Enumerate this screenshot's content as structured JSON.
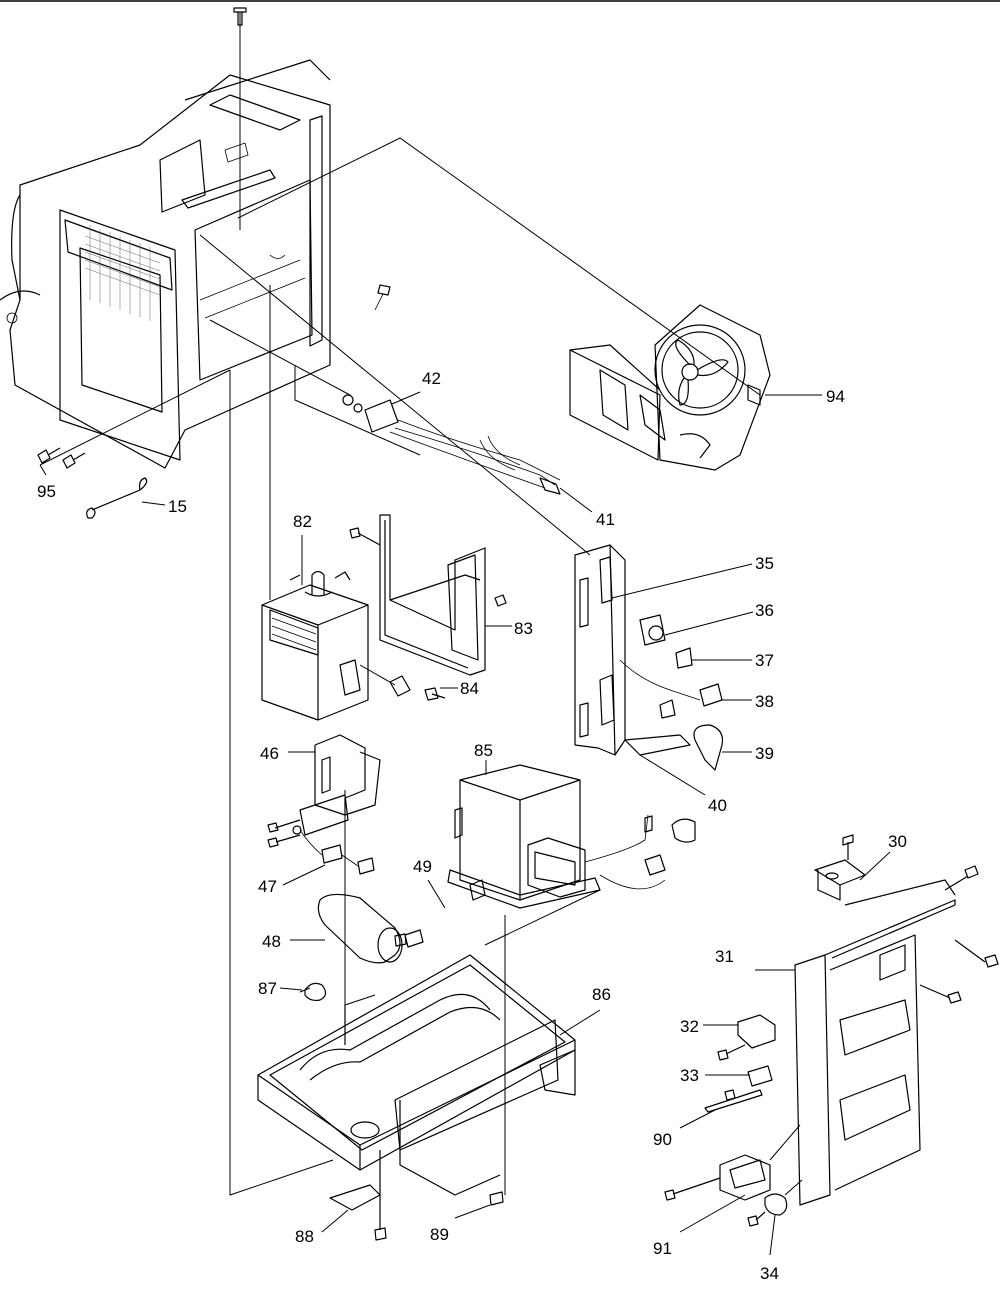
{
  "callouts": {
    "c94": "94",
    "c42": "42",
    "c41": "41",
    "c95": "95",
    "c15": "15",
    "c82": "82",
    "c83": "83",
    "c84": "84",
    "c35": "35",
    "c36": "36",
    "c37": "37",
    "c38": "38",
    "c39": "39",
    "c40": "40",
    "c46": "46",
    "c85": "85",
    "c47": "47",
    "c49": "49",
    "c48": "48",
    "c87": "87",
    "c86": "86",
    "c30": "30",
    "c31": "31",
    "c32": "32",
    "c33": "33",
    "c90": "90",
    "c88": "88",
    "c89": "89",
    "c91": "91",
    "c34": "34"
  },
  "colors": {
    "line": "#000000",
    "background": "#ffffff"
  }
}
